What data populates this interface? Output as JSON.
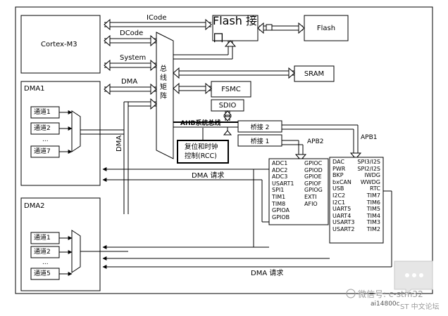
{
  "blocks": {
    "cortex": "Cortex-M3",
    "flash_if": "Flash 接口",
    "flash": "Flash",
    "sram": "SRAM",
    "fsmc": "FSMC",
    "sdio": "SDIO",
    "bus_matrix": "总线矩阵",
    "ahb_bus": "AHB系统总线",
    "bridge2": "桥接 2",
    "bridge1": "桥接 1",
    "apb2": "APB2",
    "apb1": "APB1",
    "rcc_line1": "复位和时钟",
    "rcc_line2": "控制(RCC)"
  },
  "buses": {
    "icode": "ICode",
    "dcode": "DCode",
    "system": "System",
    "dma": "DMA",
    "dma_vertical": "DMA"
  },
  "dma1": {
    "title": "DMA1",
    "channels": [
      "通道1",
      "通道2",
      "通道7"
    ],
    "dots": "..."
  },
  "dma2": {
    "title": "DMA2",
    "channels": [
      "通道1",
      "通道2",
      "通道5"
    ],
    "dots": "..."
  },
  "dma_request_1": "DMA 请求",
  "dma_request_2": "DMA 请求",
  "apb2_peripherals": {
    "left": [
      "ADC1",
      "ADC2",
      "ADC3",
      "USART1",
      "SPI1",
      "TIM1",
      "TIM8",
      "GPIOA",
      "GPIOB"
    ],
    "right": [
      "GPIOC",
      "GPIOD",
      "GPIOE",
      "GPIOF",
      "GPIOG",
      "EXTI",
      "AFIO"
    ]
  },
  "apb1_peripherals": {
    "left": [
      "DAC",
      "PWR",
      "BKP",
      "bxCAN",
      "USB",
      "I2C2",
      "I2C1",
      "UART5",
      "UART4",
      "USART3",
      "USART2"
    ],
    "right": [
      "SPI3/I2S",
      "SPI2/I2S",
      "IWDG",
      "WWDG",
      "RTC",
      "TIM7",
      "TIM6",
      "TIM5",
      "TIM4",
      "TIM3",
      "TIM2"
    ]
  },
  "footer": {
    "code": "ai14800c",
    "wechat": "微信号: c-stm32",
    "forum": "ST 中文论坛"
  }
}
